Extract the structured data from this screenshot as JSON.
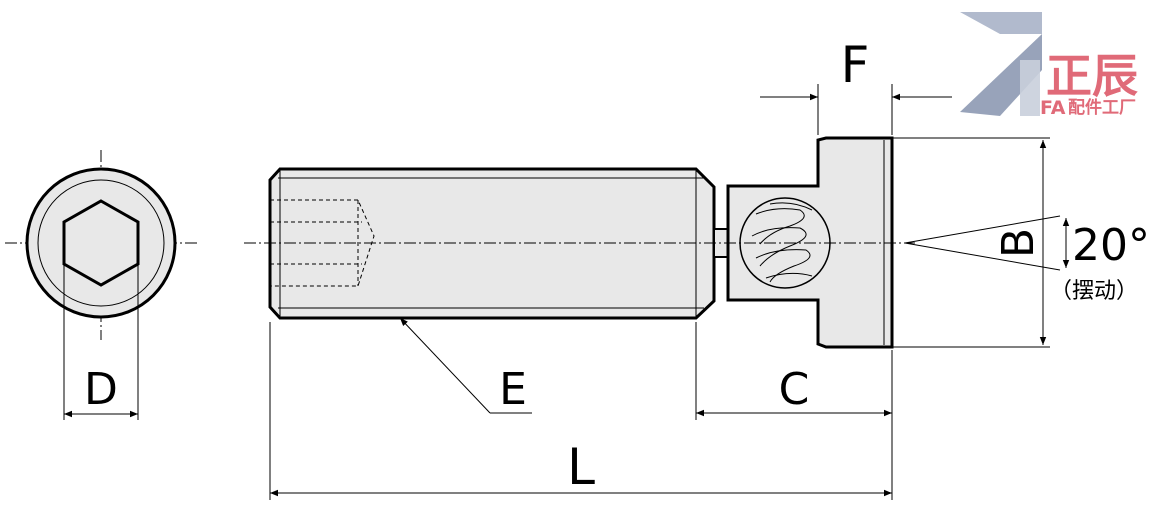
{
  "dimensions": {
    "F": "F",
    "B": "B",
    "angle": "20°",
    "angle_note": "（摆动）",
    "D": "D",
    "E": "E",
    "C": "C",
    "L": "L"
  },
  "logo": {
    "main": "正辰",
    "fa": "FA",
    "sub": "配件工厂"
  },
  "colors": {
    "line": "#000000",
    "part_fill": "#e8e8e8",
    "center_line": "#000000",
    "logo_pink": "#e06a78",
    "logo_blue": "#a9b3c8"
  }
}
